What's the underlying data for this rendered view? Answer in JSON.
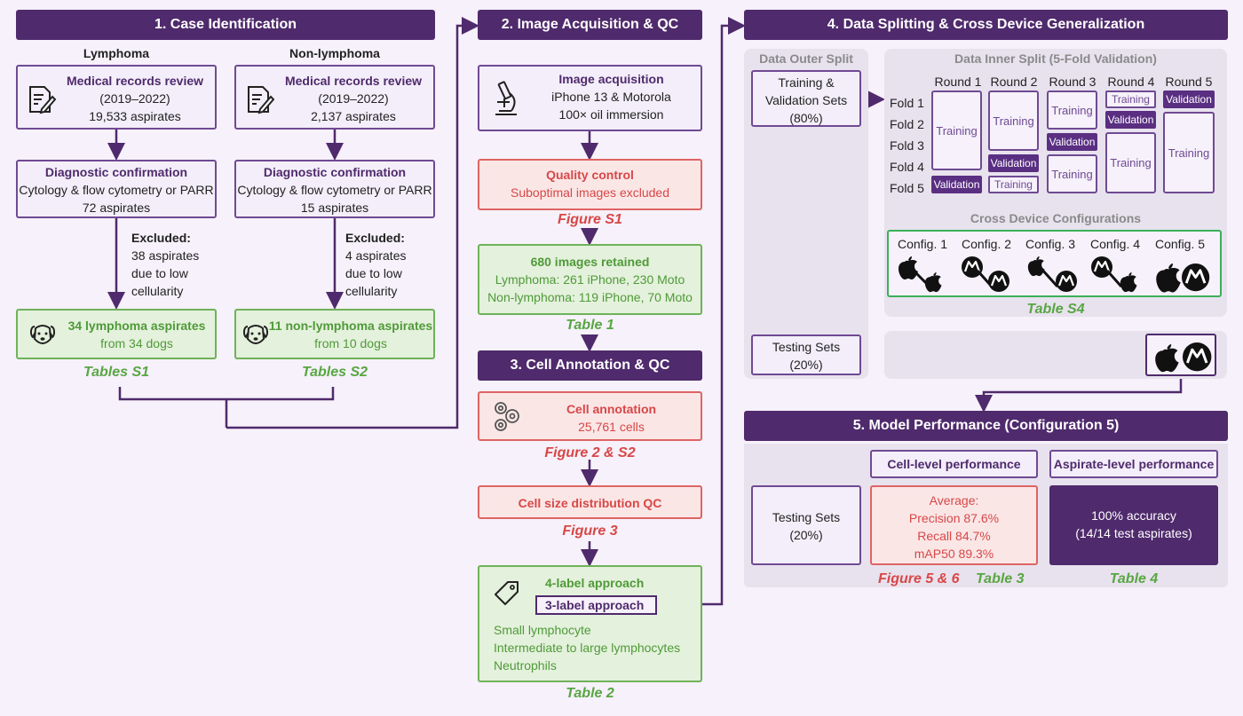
{
  "s1": {
    "header": "1. Case Identification",
    "lymphoma_label": "Lymphoma",
    "nonlymphoma_label": "Non-lymphoma",
    "l_review": {
      "title": "Medical records review",
      "years": "(2019–2022)",
      "count": "19,533 aspirates"
    },
    "n_review": {
      "title": "Medical records review",
      "years": "(2019–2022)",
      "count": "2,137 aspirates"
    },
    "l_diag": {
      "title": "Diagnostic confirmation",
      "method": "Cytology & flow cytometry or PARR",
      "count": "72 aspirates"
    },
    "n_diag": {
      "title": "Diagnostic confirmation",
      "method": "Cytology & flow cytometry or PARR",
      "count": "15 aspirates"
    },
    "l_excl": {
      "title": "Excluded:",
      "l1": "38 aspirates",
      "l2": "due to low",
      "l3": "cellularity"
    },
    "n_excl": {
      "title": "Excluded:",
      "l1": "4 aspirates",
      "l2": "due to low",
      "l3": "cellularity"
    },
    "l_final": {
      "title": "34 lymphoma aspirates",
      "sub": "from 34 dogs"
    },
    "n_final": {
      "title": "11 non-lymphoma aspirates",
      "sub": "from 10 dogs"
    },
    "l_table": "Tables S1",
    "n_table": "Tables S2"
  },
  "s2": {
    "header": "2. Image Acquisition & QC",
    "acq": {
      "title": "Image acquisition",
      "l1": "iPhone 13 & Motorola",
      "l2": "100× oil immersion"
    },
    "qc": {
      "title": "Quality control",
      "sub": "Suboptimal images excluded"
    },
    "qc_fig": "Figure S1",
    "retained": {
      "title": "680 images retained",
      "l1": "Lymphoma: 261 iPhone, 230 Moto",
      "l2": "Non-lymphoma: 119 iPhone, 70 Moto"
    },
    "retained_table": "Table 1"
  },
  "s3": {
    "header": "3. Cell Annotation & QC",
    "annot": {
      "title": "Cell annotation",
      "sub": "25,761 cells"
    },
    "annot_fig": "Figure 2 & S2",
    "size_qc": "Cell size distribution QC",
    "size_fig": "Figure 3",
    "label": {
      "four": "4-label approach",
      "three": "3-label approach",
      "c1": "Small lymphocyte",
      "c2": "Intermediate to large lymphocytes",
      "c3": "Neutrophils"
    },
    "label_table": "Table 2"
  },
  "s4": {
    "header": "4. Data Splitting & Cross Device Generalization",
    "outer_title": "Data Outer Split",
    "trainval": {
      "l1": "Training &",
      "l2": "Validation Sets",
      "l3": "(80%)"
    },
    "testing": {
      "l1": "Testing Sets",
      "l2": "(20%)"
    },
    "inner_title": "Data Inner Split (5-Fold Validation)",
    "rounds": [
      "Round 1",
      "Round 2",
      "Round 3",
      "Round 4",
      "Round 5"
    ],
    "folds": [
      "Fold 1",
      "Fold 2",
      "Fold 3",
      "Fold 4",
      "Fold 5"
    ],
    "training": "Training",
    "validation": "Validation",
    "cross_title": "Cross Device Configurations",
    "configs": [
      "Config. 1",
      "Config. 2",
      "Config. 3",
      "Config. 4",
      "Config. 5"
    ],
    "cross_table": "Table S4"
  },
  "s5": {
    "header": "5. Model Performance (Configuration 5)",
    "testing": {
      "l1": "Testing Sets",
      "l2": "(20%)"
    },
    "cell_hdr": "Cell-level performance",
    "asp_hdr": "Aspirate-level performance",
    "cell": {
      "l1": "Average:",
      "l2": "Precision 87.6%",
      "l3": "Recall 84.7%",
      "l4": "mAP50 89.3%"
    },
    "asp": {
      "l1": "100% accuracy",
      "l2": "(14/14 test aspirates)"
    },
    "fig": "Figure 5 & 6",
    "table3": "Table 3",
    "table4": "Table 4"
  },
  "colors": {
    "purple": "#4f2a6c",
    "red": "#de6464",
    "green": "#6fb25a",
    "background": "#f6f1fa"
  }
}
